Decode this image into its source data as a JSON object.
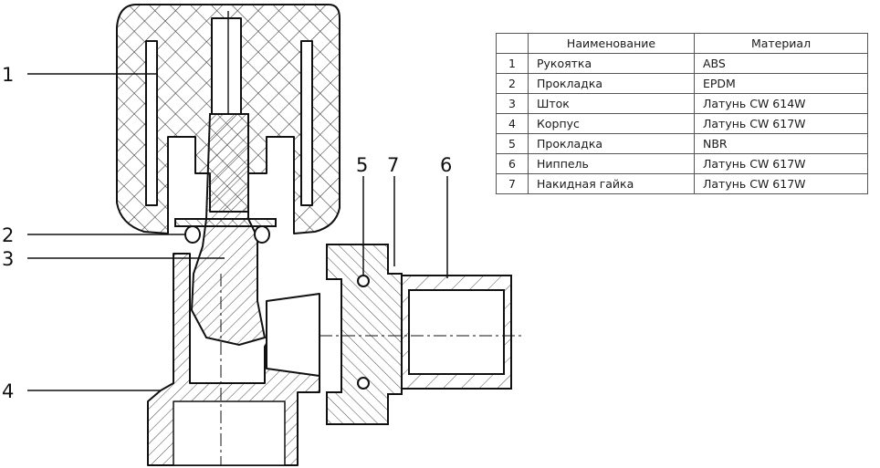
{
  "callouts": [
    "1",
    "2",
    "3",
    "4",
    "5",
    "6",
    "7"
  ],
  "table": {
    "headers": [
      "",
      "Наименование",
      "Материал"
    ],
    "rows": [
      {
        "num": "1",
        "name": "Рукоятка",
        "material": "ABS"
      },
      {
        "num": "2",
        "name": "Прокладка",
        "material": "EPDM"
      },
      {
        "num": "3",
        "name": "Шток",
        "material": "Латунь CW 614W"
      },
      {
        "num": "4",
        "name": "Корпус",
        "material": "Латунь CW 617W"
      },
      {
        "num": "5",
        "name": "Прокладка",
        "material": "NBR"
      },
      {
        "num": "6",
        "name": "Ниппель",
        "material": "Латунь CW 617W"
      },
      {
        "num": "7",
        "name": "Накидная гайка",
        "material": "Латунь CW 617W"
      }
    ]
  }
}
